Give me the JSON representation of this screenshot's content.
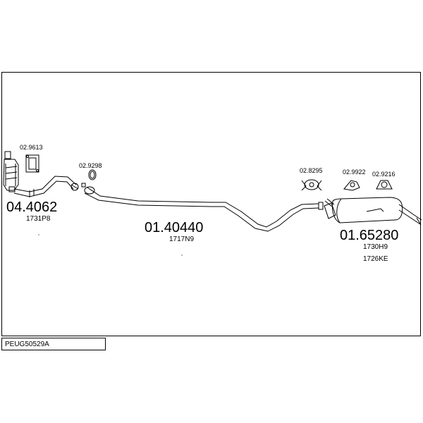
{
  "reference_code": "PEUG50529A",
  "parts": [
    {
      "id": "catalyst",
      "number": "04.4062",
      "codes": [
        "1731P8"
      ]
    },
    {
      "id": "center-pipe",
      "number": "01.40440",
      "codes": [
        "1717N9"
      ]
    },
    {
      "id": "rear-silencer",
      "number": "01.65280",
      "codes": [
        "1730H9",
        "1726KE"
      ]
    }
  ],
  "accessories": [
    {
      "id": "gasket-flange",
      "number": "02.9613"
    },
    {
      "id": "gasket-ring",
      "number": "02.9298"
    },
    {
      "id": "clamp",
      "number": "02.8295"
    },
    {
      "id": "rubber-mount-a",
      "number": "02.9922"
    },
    {
      "id": "rubber-mount-b",
      "number": "02.9216"
    }
  ]
}
